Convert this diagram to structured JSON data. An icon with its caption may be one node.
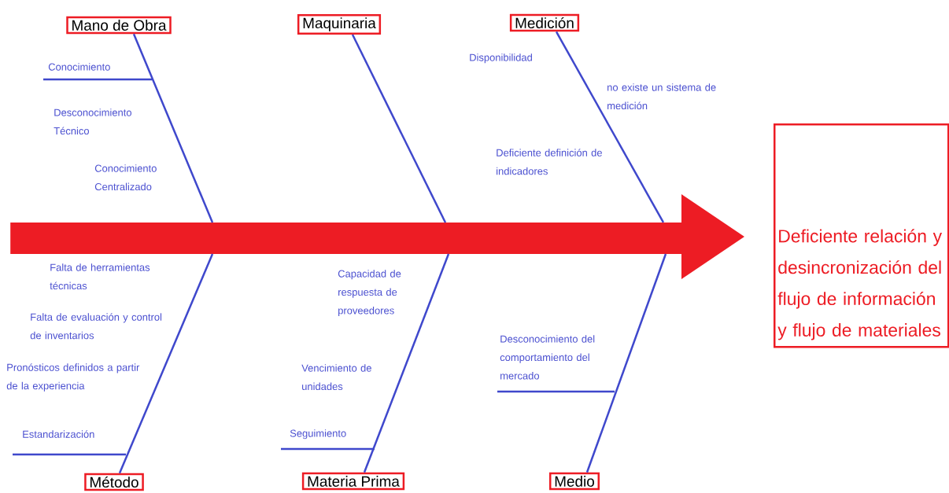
{
  "diagram": {
    "nodes": [
      {
        "text": [
          "Mano de Obra"
        ]
      },
      {
        "text": [
          "Maquinaria"
        ]
      },
      {
        "text": [
          "Medición"
        ]
      },
      {
        "text": [
          "Método"
        ]
      },
      {
        "text": [
          "Materia Prima"
        ]
      },
      {
        "text": [
          "Medio"
        ]
      },
      {
        "text": [
          "Deficiente relación y desincronización del flujo de información y flujo de materiales"
        ]
      },
      {
        "text": [],
        "shape": "arrow"
      }
    ],
    "edges": [
      {
        "from": 0,
        "to": 7,
        "arrow": "none"
      },
      {
        "from": 1,
        "to": 7,
        "arrow": "none"
      },
      {
        "from": 2,
        "to": 7,
        "arrow": "none"
      },
      {
        "from": 3,
        "to": 7,
        "arrow": "none"
      },
      {
        "from": 4,
        "to": 7,
        "arrow": "none"
      },
      {
        "from": 5,
        "to": 7,
        "arrow": "none"
      }
    ],
    "labels": [
      "Conocimiento",
      "Desconocimiento Técnico",
      "Conocimiento Centralizado",
      "Disponibilidad",
      "no existe un sistema de medición",
      "Deficiente definición de indicadores",
      "Falta de herramientas técnicas",
      "Falta de evaluación y control de inventarios",
      "Pronósticos definidos a partir de la experiencia",
      "Estandarización",
      "Capacidad de respuesta de proveedores",
      "Vencimiento de unidades",
      "Seguimiento",
      "Desconocimiento del comportamiento del mercado"
    ]
  }
}
